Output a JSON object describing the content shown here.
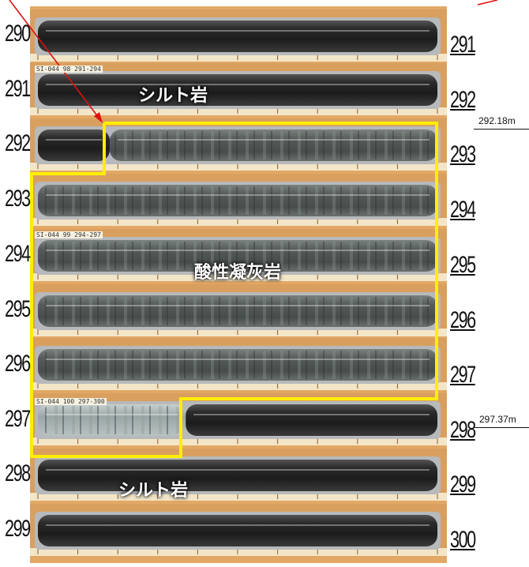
{
  "left_depths": [
    "290",
    "291",
    "292",
    "293",
    "294",
    "295",
    "296",
    "297",
    "298",
    "299"
  ],
  "right_depths": [
    "291",
    "292",
    "293",
    "294",
    "295",
    "296",
    "297",
    "298",
    "299",
    "300"
  ],
  "box_tags": [
    "SI-044 98 291-294",
    "SI-044 99 294-297",
    "SI-044 100 297-300"
  ],
  "rock_labels": {
    "siltstone_top": "シルト岩",
    "acidic_tuff": "酸性凝灰岩",
    "siltstone_bottom": "シルト岩"
  },
  "boundary_depths": {
    "upper": "292.18m",
    "lower": "297.37m"
  },
  "colors": {
    "highlight": "#ffee00",
    "arrow": "#e01010",
    "tray": "#e8b070",
    "core_dark": "#2a2a2a",
    "core_tuff": "#5d6663"
  }
}
